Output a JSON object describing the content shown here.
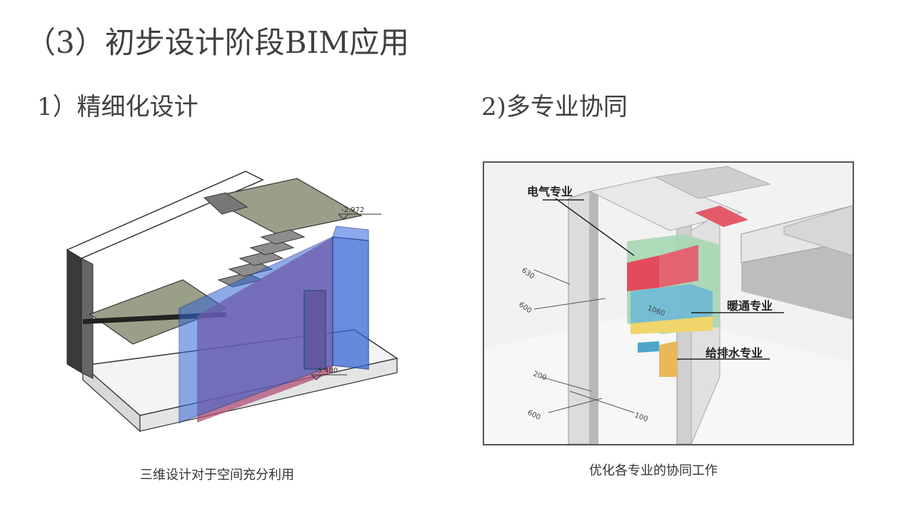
{
  "slide": {
    "title": "（3）初步设计阶段BIM应用",
    "left": {
      "heading": "1）精细化设计",
      "caption": "三维设计对于空间充分利用",
      "annotations": {
        "level_top": "-2.972",
        "level_bottom": "-5.400"
      }
    },
    "right": {
      "heading": "2)多专业协同",
      "caption": "优化各专业的协同工作",
      "labels": {
        "electrical": "电气专业",
        "hvac": "暖通专业",
        "plumbing": "给排水专业"
      },
      "dimensions": {
        "d1": "630",
        "d2": "600",
        "d3": "1060",
        "d4": "200",
        "d5": "600",
        "d6": "100"
      }
    }
  }
}
